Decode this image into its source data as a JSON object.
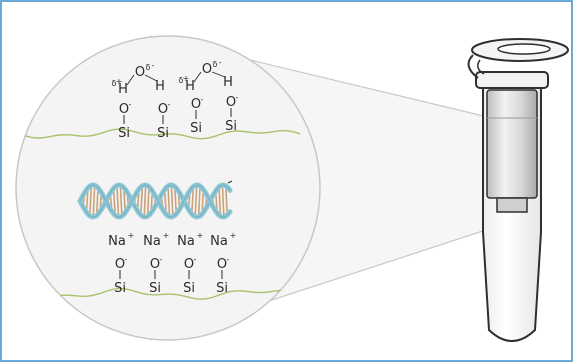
{
  "colors": {
    "border": "#6aa9d6",
    "circle_fill": "#f4f4f4",
    "circle_stroke": "#c8c8c8",
    "silica_line": "#a8c26a",
    "dna_backbone": "#8fc7d6",
    "dna_base": "#caa27a",
    "tube_stroke": "#2f2f2f",
    "tube_fill": "#f7f7f7",
    "column_fill": "#d8d8d8"
  },
  "labels": {
    "H": "H",
    "O": "O",
    "Si": "Si",
    "Na": "Na",
    "plus": "+",
    "minus": "-",
    "delta": "δ"
  }
}
